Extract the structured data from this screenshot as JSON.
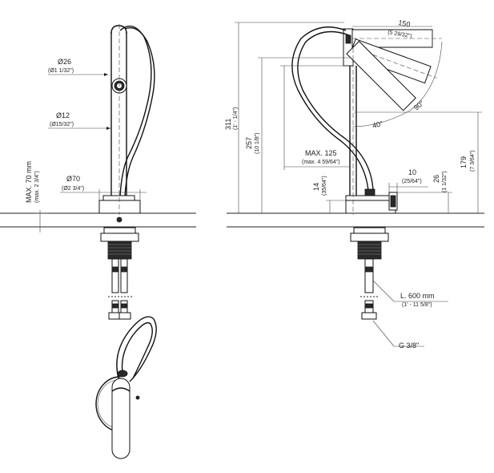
{
  "front": {
    "d26": "Ø26",
    "d26_in": "(Ø1 1/32\")",
    "d12": "Ø12",
    "d12_in": "(Ø15/32\")",
    "d70": "Ø70",
    "d70_in": "(Ø2 3/4\")",
    "max70": "MAX. 70 mm",
    "max70_in": "(max. 2 3/4\")"
  },
  "side": {
    "h311": "311",
    "h311_in": "(1' - 1/4\")",
    "h257": "257",
    "h257_in": "(10 1/8\")",
    "w150": "150",
    "w150_in": "(5 29/32\")",
    "a90": "90°",
    "a40": "40°",
    "max125": "MAX. 125",
    "max125_in": "(max. 4 59/64\")",
    "w10": "10",
    "w10_in": "(25/64\")",
    "h26": "26",
    "h26_in": "(1 1/32\")",
    "h179": "179",
    "h179_in": "(7 3/64\")",
    "h14": "14",
    "h14_in": "(35/64\")",
    "hose": "L. 600 mm",
    "hose_in": "(1' - 11 5/8\")",
    "thread": "G 3/8\""
  }
}
